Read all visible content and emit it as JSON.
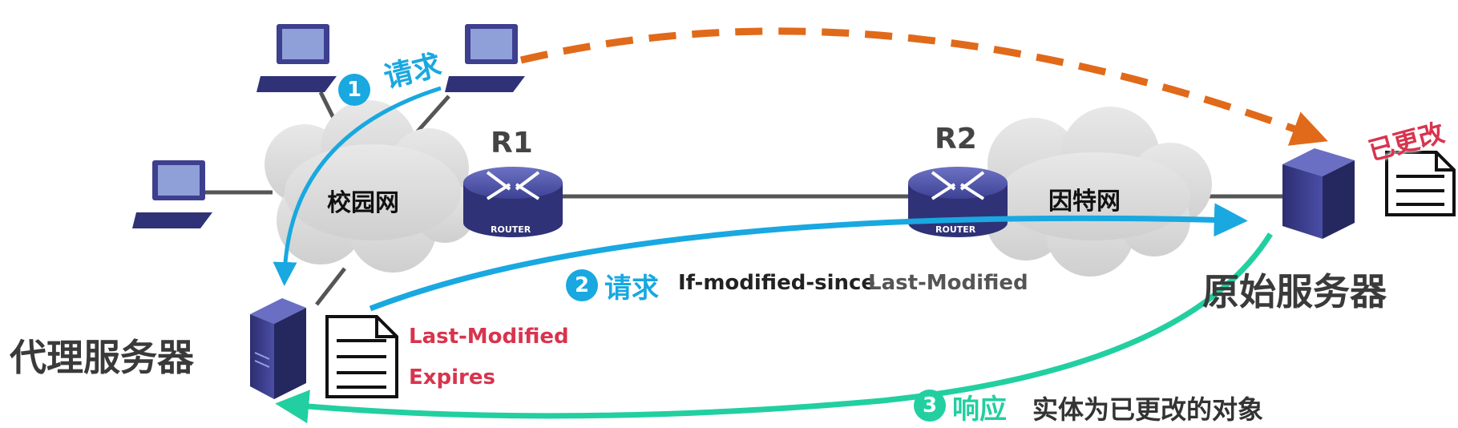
{
  "nodes": {
    "campus_network": "校园网",
    "internet": "因特网",
    "router1": {
      "name": "R1",
      "badge": "ROUTER"
    },
    "router2": {
      "name": "R2",
      "badge": "ROUTER"
    },
    "proxy_server": "代理服务器",
    "origin_server": "原始服务器"
  },
  "steps": {
    "step1": {
      "num": "1",
      "label": "请求"
    },
    "step2": {
      "num": "2",
      "label": "请求",
      "header": "If-modified-since",
      "value": "Last-Modified"
    },
    "step3": {
      "num": "3",
      "label": "响应",
      "detail": "实体为已更改的对象"
    }
  },
  "proxy_doc": {
    "line1": "Last-Modified",
    "line2": "Expires"
  },
  "origin_doc": {
    "stamp": "已更改"
  },
  "colors": {
    "request": "#19a8e0",
    "response": "#22cfa0",
    "direct": "#e06a1a",
    "stamp": "#d8344e",
    "device": "#3d3f8f"
  }
}
